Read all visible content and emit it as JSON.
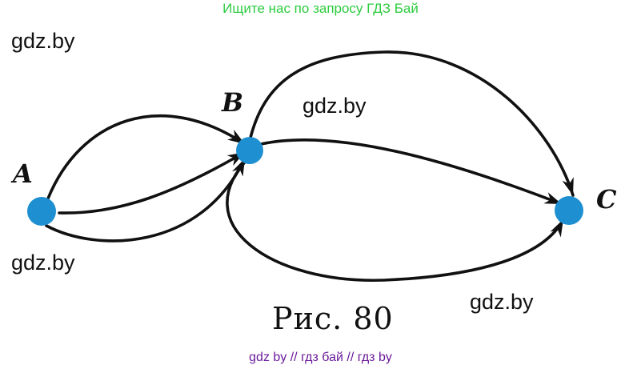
{
  "banner": "Ищите нас по запросу ГДЗ Бай",
  "watermarks": [
    "gdz.by",
    "gdz.by",
    "gdz.by",
    "gdz.by"
  ],
  "caption": "Рис. 80",
  "footer": "gdz by  //  гдз бай  //  гдз by",
  "nodes": [
    {
      "id": "A",
      "label": "A",
      "color": "#1e8fd0"
    },
    {
      "id": "B",
      "label": "B",
      "color": "#1e8fd0"
    },
    {
      "id": "C",
      "label": "C",
      "color": "#1e8fd0"
    }
  ],
  "edges": [
    {
      "from": "A",
      "to": "B"
    },
    {
      "from": "A",
      "to": "B"
    },
    {
      "from": "A",
      "to": "B"
    },
    {
      "from": "B",
      "to": "C"
    },
    {
      "from": "B",
      "to": "C"
    },
    {
      "from": "B",
      "to": "C"
    }
  ]
}
